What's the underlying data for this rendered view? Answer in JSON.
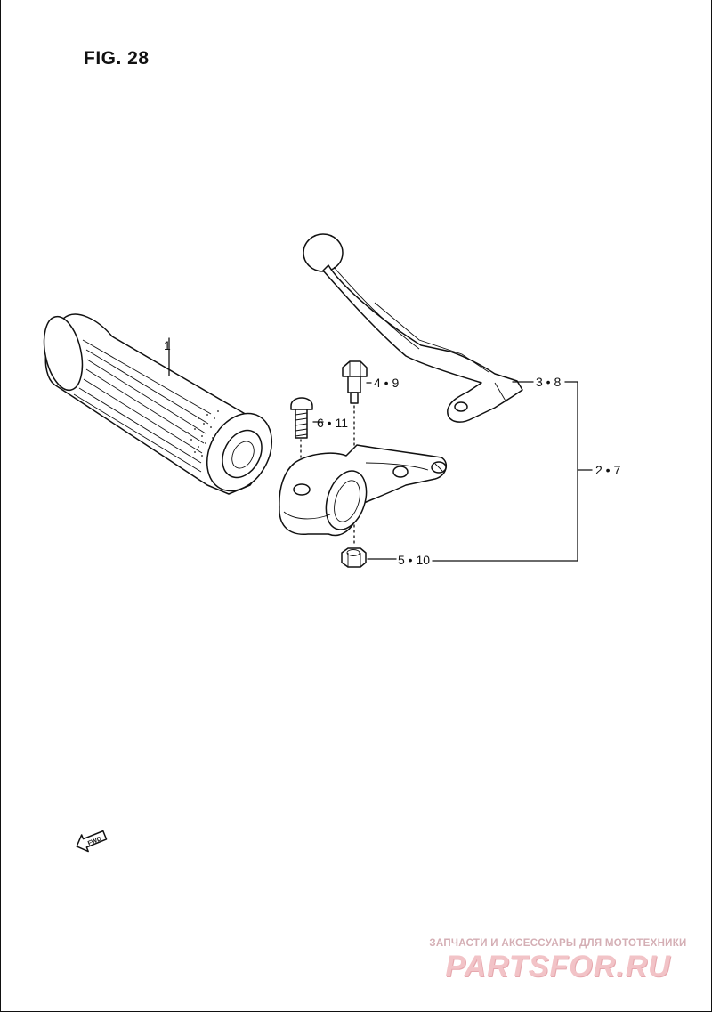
{
  "figure": {
    "title": "FIG. 28"
  },
  "callouts": {
    "c1": "1",
    "c38": "3 • 8",
    "c27": "2 • 7",
    "c49": "4 • 9",
    "c611": "6 • 11",
    "c510": "5 • 10"
  },
  "fwd_label": "FWD",
  "watermark": {
    "caption": "ЗАПЧАСТИ И АКСЕССУАРЫ ДЛЯ МОТОТЕХНИКИ",
    "site": "PARTSFOR.RU"
  },
  "colors": {
    "ink": "#111111",
    "watermark": "#f2c3c7"
  }
}
